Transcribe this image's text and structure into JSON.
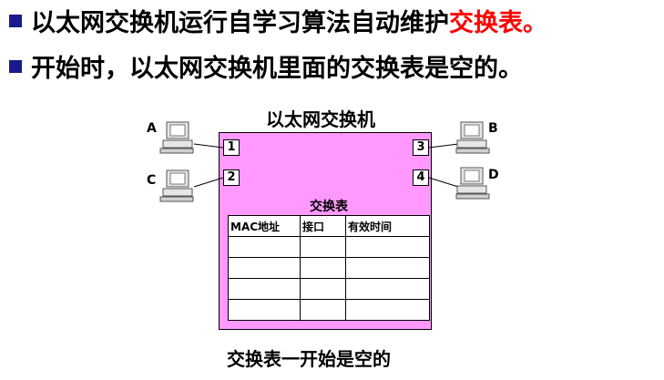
{
  "bullets": {
    "line1_text": "以太网交换机运行自学习算法自动维护",
    "line1_highlight": "交换表。",
    "line2_text": "开始时，以太网交换机里面的交换表是空的。"
  },
  "diagram": {
    "switch_title": "以太网交换机",
    "ports": [
      "1",
      "2",
      "3",
      "4"
    ],
    "hosts": [
      "A",
      "B",
      "C",
      "D"
    ],
    "table_title": "交换表",
    "table_headers": [
      "MAC地址",
      "接口",
      "有效时间"
    ],
    "caption": "交换表一开始是空的"
  },
  "colors": {
    "bullet": "#1a1a8c",
    "highlight": "#ff0000",
    "switch_fill": "#ff99ff"
  }
}
